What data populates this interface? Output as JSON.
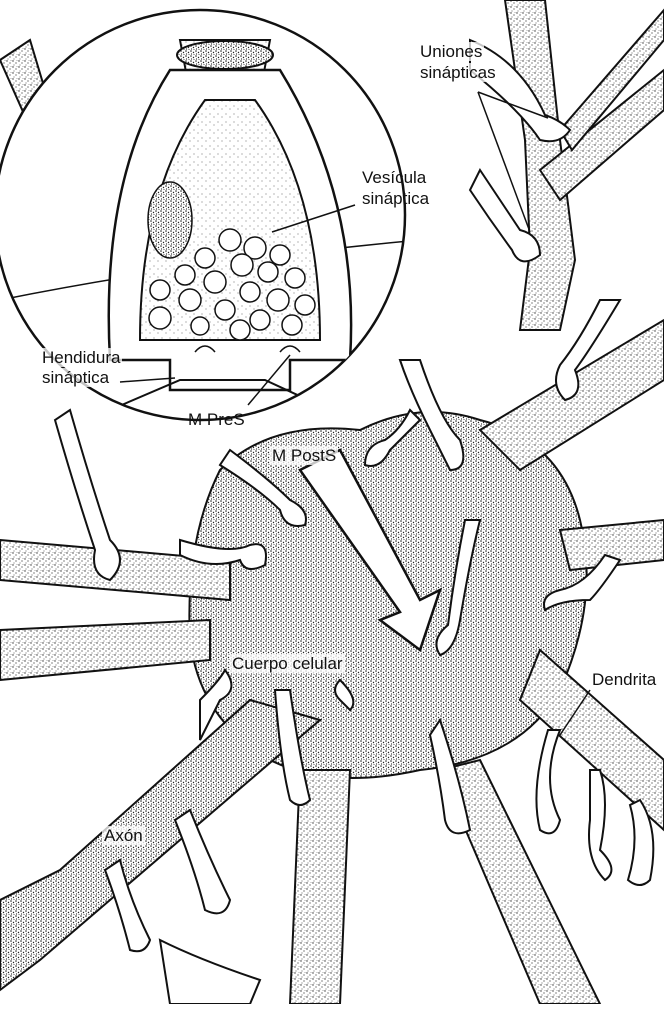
{
  "labels": {
    "uniones_line1": "Uniones",
    "uniones_line2": "sinápticas",
    "vesicula_line1": "Vesícula",
    "vesicula_line2": "sináptica",
    "hendidura_line1": "Hendidura",
    "hendidura_line2": "sináptica",
    "mpres": "M PreS",
    "mposts": "M PostS",
    "cuerpo": "Cuerpo celular",
    "dendrita": "Dendrita",
    "axon": "Axón"
  },
  "colors": {
    "ink": "#111111",
    "paper": "#ffffff",
    "stipple": "#555555"
  }
}
